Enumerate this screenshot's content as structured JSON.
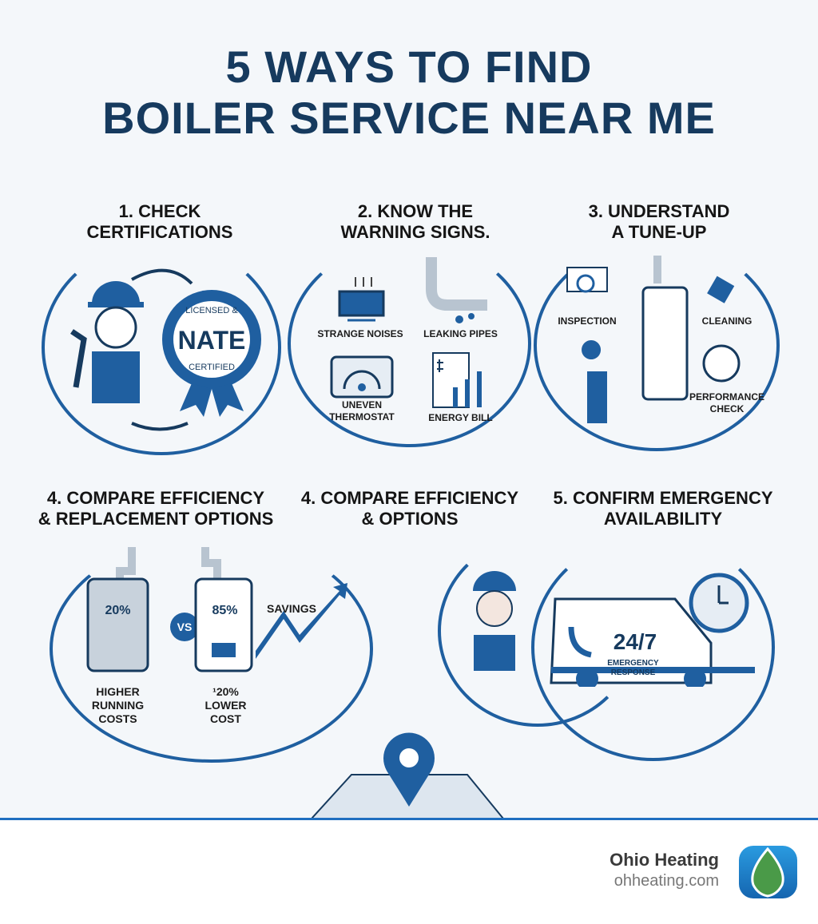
{
  "title": {
    "line1": "5 WAYS TO FIND",
    "line2": "BOILER SERVICE NEAR ME"
  },
  "colors": {
    "primary": "#1f5fa0",
    "title": "#163a5e",
    "footer_line": "#1f6fc0",
    "leaf": "#4a9a48"
  },
  "sections": [
    {
      "heading_line1": "1. CHECK",
      "heading_line2": "CERTIFICATIONS",
      "badge": {
        "top": "LICENSED &",
        "center": "NATE",
        "bottom": "CERTIFIED"
      }
    },
    {
      "heading_line1": "2. KNOW THE",
      "heading_line2": "WARNING SIGNS.",
      "signs": [
        {
          "label": "STRANGE NOISES",
          "icon": "boiling-pot-icon"
        },
        {
          "label": "LEAKING PIPES",
          "icon": "leaking-pipe-icon"
        },
        {
          "label_line1": "UNEVEN",
          "label_line2": "THERMOSTAT",
          "icon": "gauge-icon"
        },
        {
          "label": "ENERGY BILL",
          "icon": "bill-rising-icon"
        }
      ]
    },
    {
      "heading_line1": "3. UNDERSTAND",
      "heading_line2": "A TUNE-UP",
      "steps": [
        {
          "label": "INSPECTION",
          "icon": "magnifier-icon"
        },
        {
          "label": "CLEANING",
          "icon": "sponge-icon"
        },
        {
          "label_line1": "PERFORMANCE",
          "label_line2": "CHECK",
          "icon": "gauge-icon"
        }
      ]
    },
    {
      "heading_line1": "4. COMPARE EFFICIENCY",
      "heading_line2": "& REPLACEMENT OPTIONS",
      "old_boiler": {
        "value": "20%",
        "label_line1": "HIGHER",
        "label_line2": "RUNNING",
        "label_line3": "COSTS"
      },
      "vs": "VS",
      "new_boiler": {
        "value": "85%",
        "label_line1": "¹20%",
        "label_line2": "LOWER",
        "label_line3": "COST"
      },
      "savings": "SAVINGS"
    },
    {
      "heading_line1": "4. COMPARE EFFICIENCY",
      "heading_line2": "& OPTIONS"
    },
    {
      "heading_line1": "5. CONFIRM EMERGENCY",
      "heading_line2": "AVAILABILITY",
      "van": {
        "big": "24/7",
        "line1": "EMERGENCY",
        "line2": "RESPONSE"
      }
    }
  ],
  "footer": {
    "brand": "Ohio Heating",
    "url": "ohheating.com"
  }
}
